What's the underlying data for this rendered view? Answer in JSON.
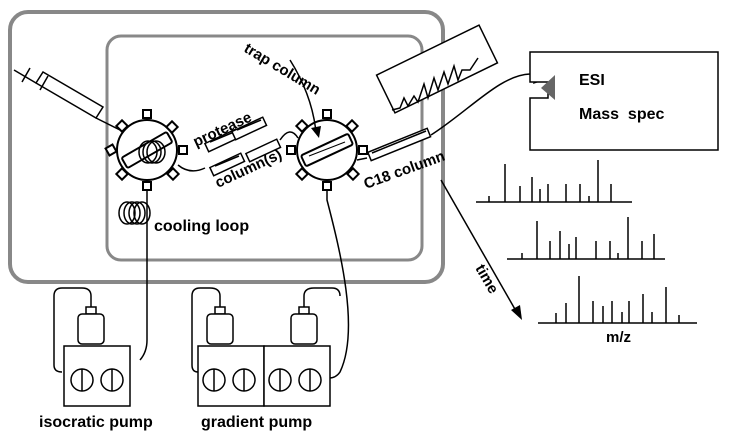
{
  "labels": {
    "trap_column": "trap column",
    "protease": "protease",
    "columns": "column(s)",
    "c18_column": "C18 column",
    "cooling_loop": "cooling loop",
    "esi": "ESI",
    "mass_spec": "Mass  spec",
    "time": "time",
    "mz": "m/z",
    "isocratic_pump": "isocratic pump",
    "gradient_pump": "gradient pump"
  },
  "colors": {
    "enclosure": "#888888",
    "line": "#000000",
    "esi_tip": "#666666"
  }
}
